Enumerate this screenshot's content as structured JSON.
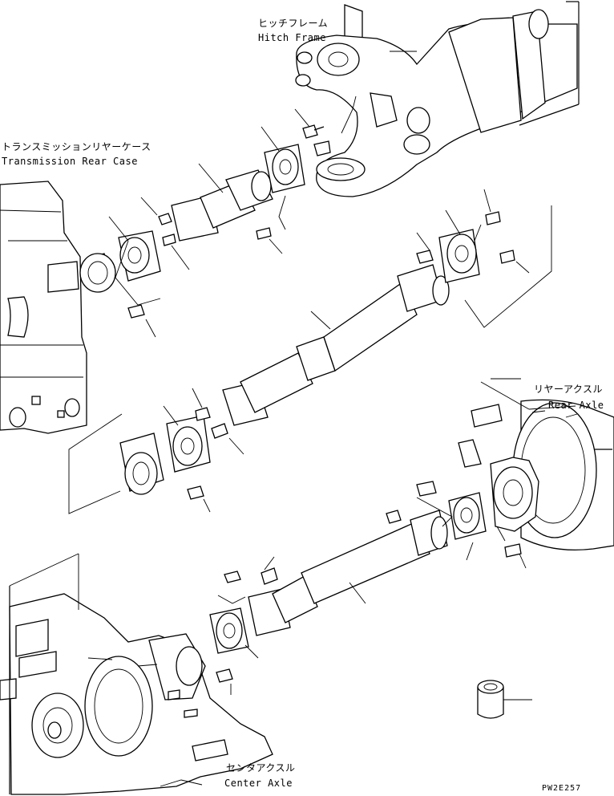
{
  "labels": {
    "hitch_frame_jp": "ヒッチフレーム",
    "hitch_frame_en": "Hitch Frame",
    "transmission_jp": "トランスミッションリヤーケース",
    "transmission_en": "Transmission Rear Case",
    "rear_axle_jp": "リヤーアクスル",
    "rear_axle_en": "Rear Axle",
    "center_axle_jp": "センタアクスル",
    "center_axle_en": "Center Axle",
    "drawing_code": "PW2E257"
  }
}
